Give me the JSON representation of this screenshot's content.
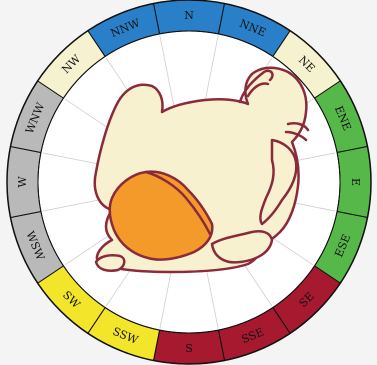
{
  "compass": {
    "segments": [
      {
        "label": "N",
        "color": "#2a7fc9"
      },
      {
        "label": "NNE",
        "color": "#2a7fc9"
      },
      {
        "label": "NE",
        "color": "#f6f2cf"
      },
      {
        "label": "ENE",
        "color": "#57b84a"
      },
      {
        "label": "E",
        "color": "#57b84a"
      },
      {
        "label": "ESE",
        "color": "#57b84a"
      },
      {
        "label": "SE",
        "color": "#a6192e"
      },
      {
        "label": "SSE",
        "color": "#a6192e"
      },
      {
        "label": "S",
        "color": "#a6192e"
      },
      {
        "label": "SSW",
        "color": "#f2e52a"
      },
      {
        "label": "SW",
        "color": "#f2e52a"
      },
      {
        "label": "WSW",
        "color": "#b9b9b9"
      },
      {
        "label": "W",
        "color": "#b9b9b9"
      },
      {
        "label": "WNW",
        "color": "#b9b9b9"
      },
      {
        "label": "NW",
        "color": "#f6f2cf"
      },
      {
        "label": "NNW",
        "color": "#2a7fc9"
      }
    ]
  },
  "figure": {
    "body_color": "#f7f1cf",
    "outline_color": "#8a2a3a",
    "garment_color": "#f39a2b",
    "icon": "curled-human-figure"
  },
  "colors": {
    "inner_disc": "#ffffff",
    "ring_border": "#111111",
    "spoke": "#cfcfcf"
  }
}
